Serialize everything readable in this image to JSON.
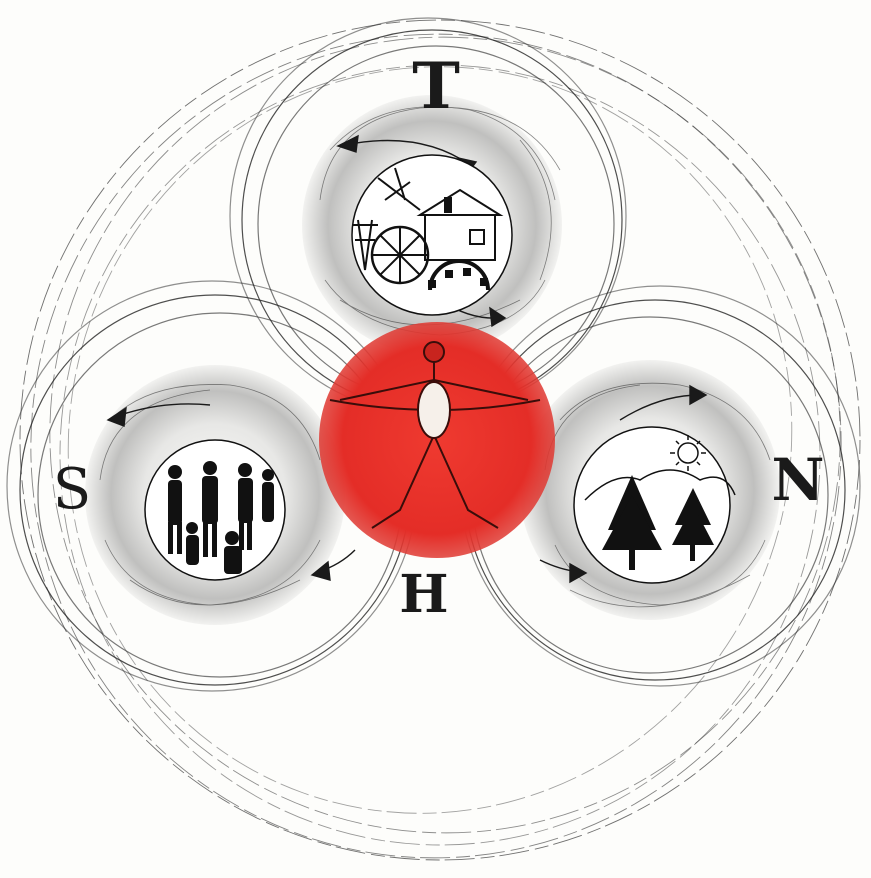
{
  "letters": {
    "top": "T",
    "left": "S",
    "right": "N",
    "bottom": "H"
  },
  "colors": {
    "ink": "#1a1a1a",
    "red": "#e8302a",
    "paper": "#fdfdfb"
  },
  "icons": {
    "top": "technology-mill-airplane-gear-icon",
    "left": "society-crowd-icon",
    "right": "nature-trees-sun-mountain-icon",
    "center": "human-figure-icon"
  }
}
